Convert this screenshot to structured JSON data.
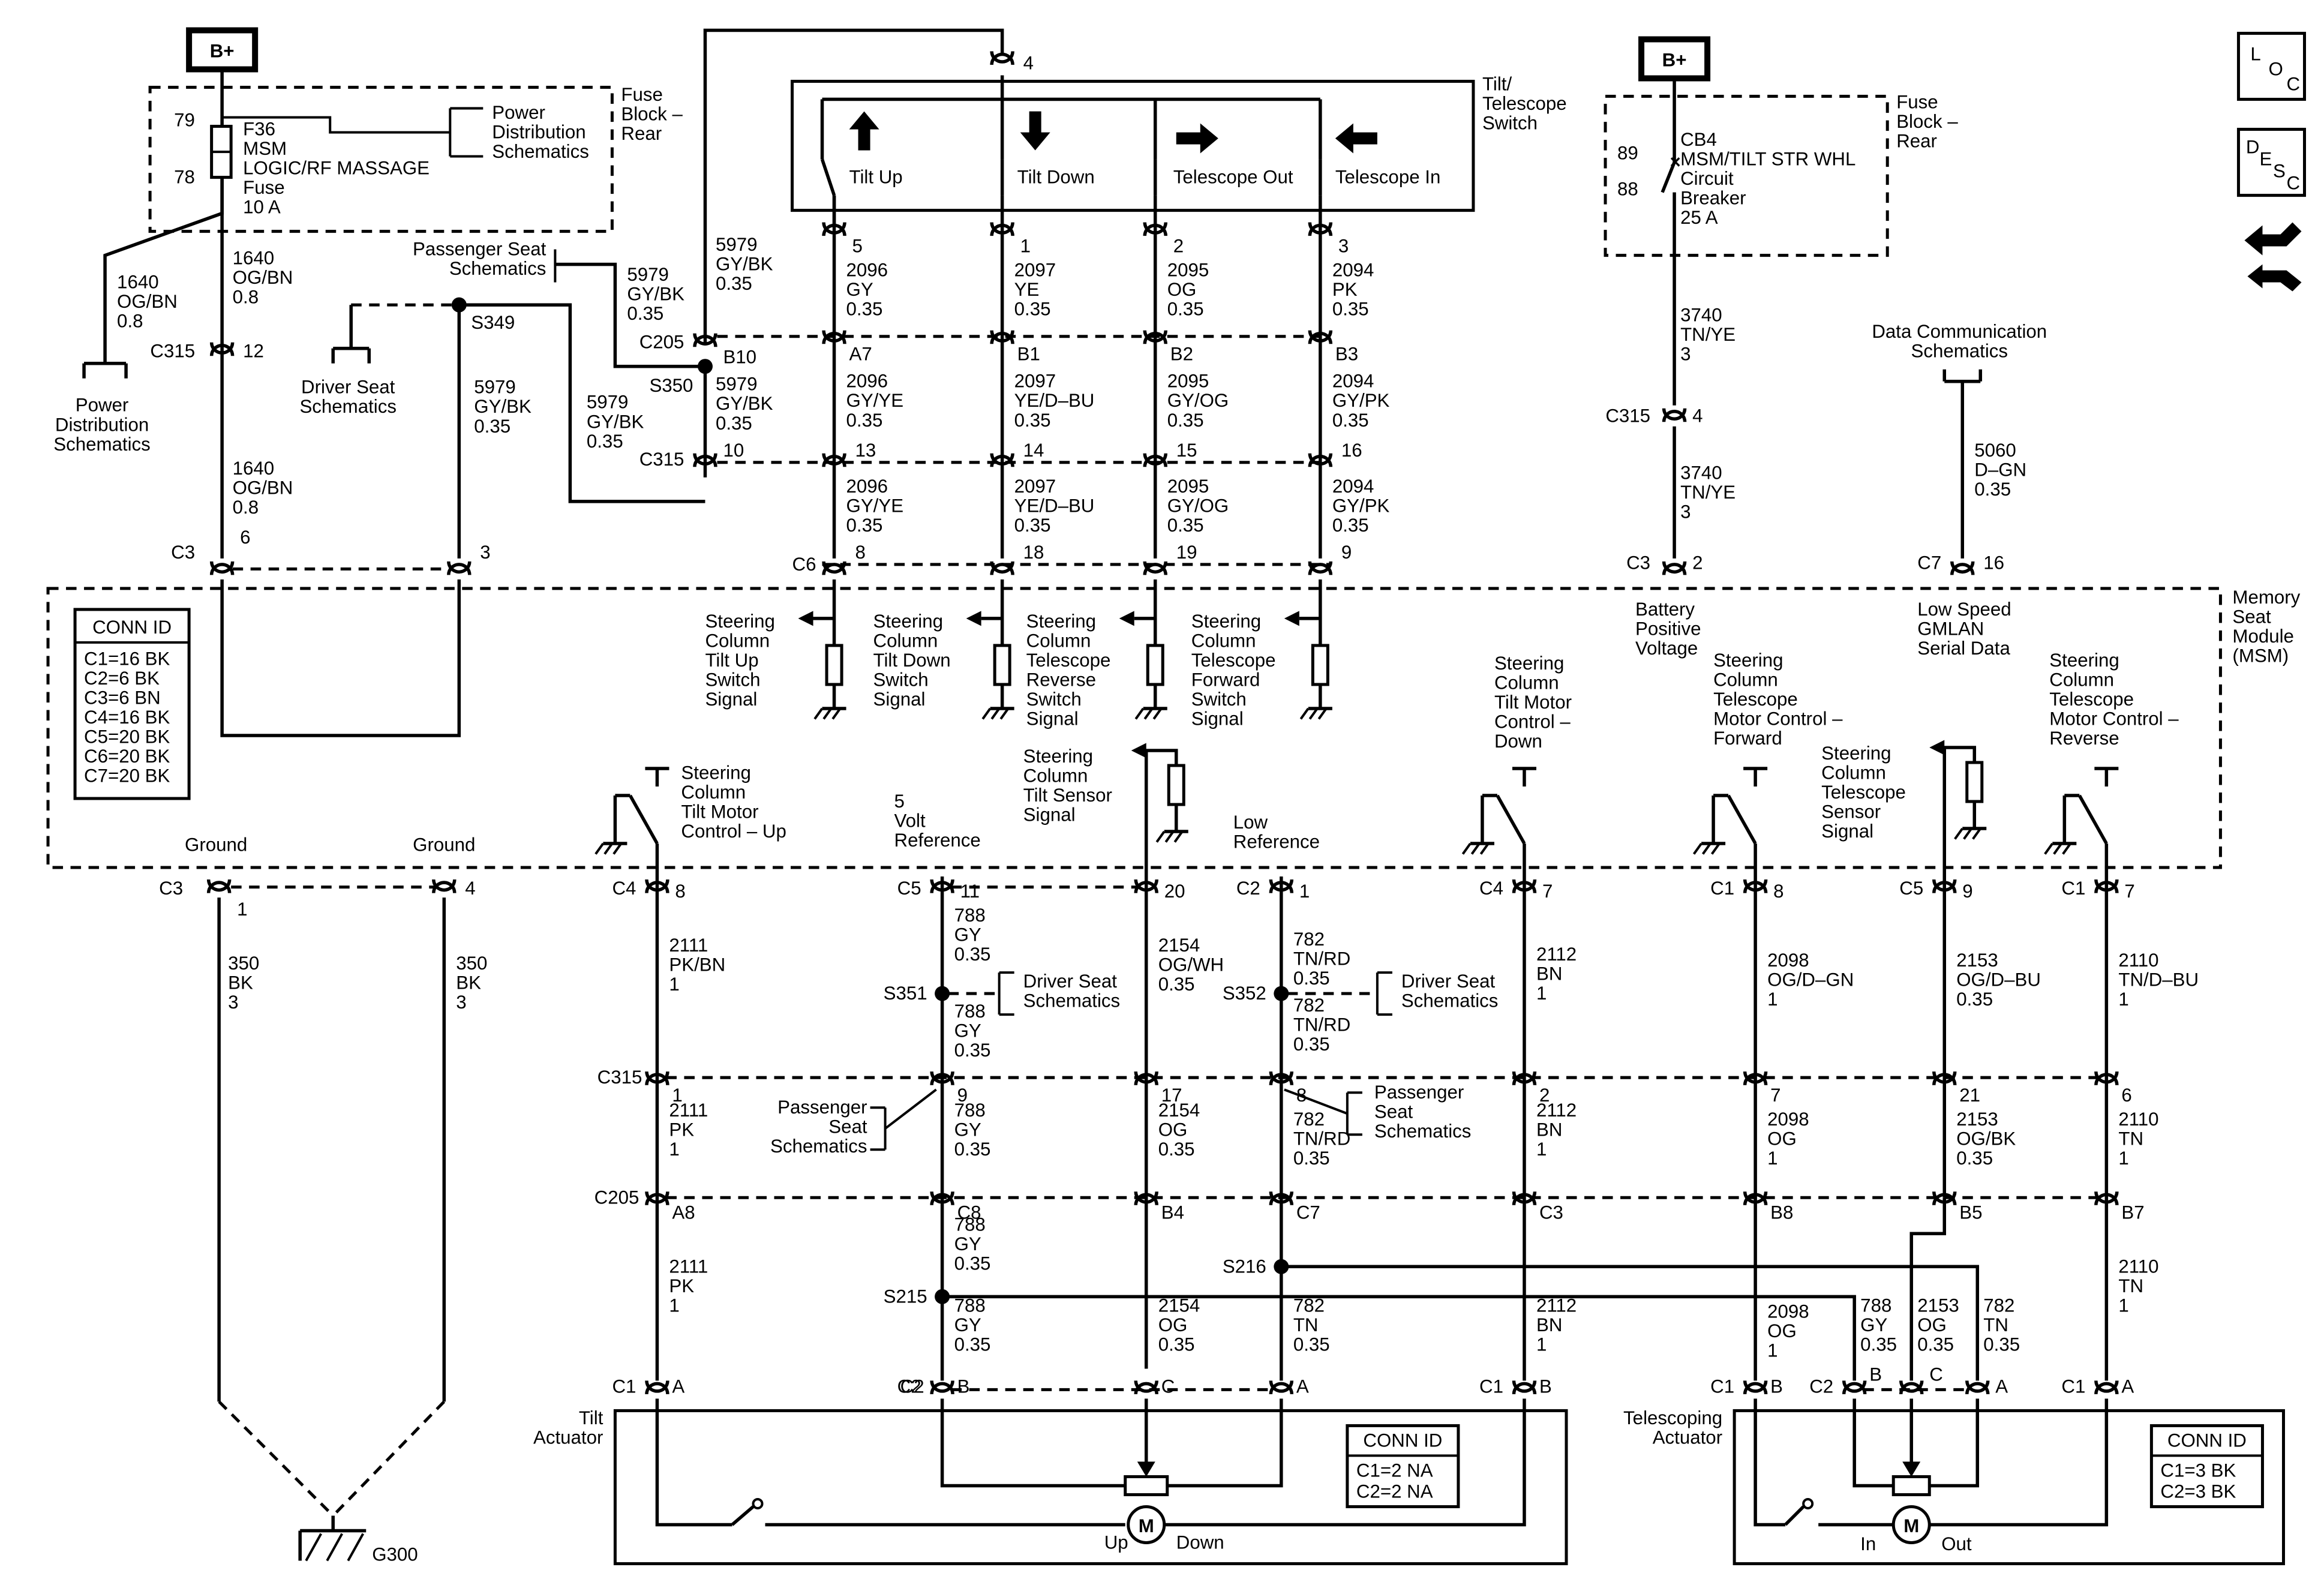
{
  "power": {
    "bplus": "B+"
  },
  "fuse_left": {
    "title": "Fuse Block – Rear",
    "pin_top": "79",
    "pin_bottom": "78",
    "name": "F36",
    "desc1": "MSM",
    "desc2": "LOGIC/RF MASSAGE",
    "desc3": "Fuse",
    "rating": "10 A",
    "ref": "Power Distribution Schematics"
  },
  "fuse_right": {
    "title": "Fuse Block – Rear",
    "pin_top": "89",
    "pin_bottom": "88",
    "name": "CB4",
    "desc1": "MSM/TILT STR WHL",
    "desc2": "Circuit",
    "desc3": "Breaker",
    "rating": "25 A"
  },
  "refs": {
    "power_dist": "Power Distribution Schematics",
    "passenger_seat": "Passenger Seat Schematics",
    "driver_seat": "Driver Seat Schematics",
    "data_comm": "Data Communication Schematics"
  },
  "switch_box": {
    "title": "Tilt/ Telescope Switch",
    "pin_top": "4",
    "switches": [
      {
        "label": "Tilt Up",
        "pin": "5",
        "circuit": "2096",
        "color": "GY",
        "size": "0.35"
      },
      {
        "label": "Tilt Down",
        "pin": "1",
        "circuit": "2097",
        "color": "YE",
        "size": "0.35"
      },
      {
        "label": "Telescope Out",
        "pin": "2",
        "circuit": "2095",
        "color": "OG",
        "size": "0.35"
      },
      {
        "label": "Telescope In",
        "pin": "3",
        "circuit": "2094",
        "color": "PK",
        "size": "0.35"
      }
    ]
  },
  "wires_top": {
    "w1640a": {
      "circuit": "1640",
      "color": "OG/BN",
      "size": "0.8"
    },
    "w1640b": {
      "circuit": "1640",
      "color": "OG/BN",
      "size": "0.8"
    },
    "w1640c": {
      "circuit": "1640",
      "color": "OG/BN",
      "size": "0.8"
    },
    "w5979a": {
      "circuit": "5979",
      "color": "GY/BK",
      "size": "0.35"
    },
    "w5979b": {
      "circuit": "5979",
      "color": "GY/BK",
      "size": "0.35"
    },
    "w5979c": {
      "circuit": "5979",
      "color": "GY/BK",
      "size": "0.35"
    },
    "w5979d": {
      "circuit": "5979",
      "color": "GY/BK",
      "size": "0.35"
    },
    "w5979e": {
      "circuit": "5979",
      "color": "GY/BK",
      "size": "0.35"
    },
    "w3740a": {
      "circuit": "3740",
      "color": "TN/YE",
      "size": "3"
    },
    "w3740b": {
      "circuit": "3740",
      "color": "TN/YE",
      "size": "3"
    },
    "w5060": {
      "circuit": "5060",
      "color": "D–GN",
      "size": "0.35"
    }
  },
  "mid_wires": [
    {
      "c205": "A7",
      "c315": "13",
      "c6": "8",
      "a": {
        "circuit": "2096",
        "color": "GY/YE",
        "size": "0.35"
      },
      "b": {
        "circuit": "2096",
        "color": "GY/YE",
        "size": "0.35"
      }
    },
    {
      "c205": "B1",
      "c315": "14",
      "c6": "18",
      "a": {
        "circuit": "2097",
        "color": "YE/D–BU",
        "size": "0.35"
      },
      "b": {
        "circuit": "2097",
        "color": "YE/D–BU",
        "size": "0.35"
      }
    },
    {
      "c205": "B2",
      "c315": "15",
      "c6": "19",
      "a": {
        "circuit": "2095",
        "color": "GY/OG",
        "size": "0.35"
      },
      "b": {
        "circuit": "2095",
        "color": "GY/OG",
        "size": "0.35"
      }
    },
    {
      "c205": "B3",
      "c315": "16",
      "c6": "9",
      "a": {
        "circuit": "2094",
        "color": "GY/PK",
        "size": "0.35"
      },
      "b": {
        "circuit": "2094",
        "color": "GY/PK",
        "size": "0.35"
      }
    }
  ],
  "connectors": {
    "c205": "C205",
    "c315": "C315",
    "c3": "C3",
    "c6": "C6",
    "c7": "C7",
    "c4": "C4",
    "c5": "C5",
    "c2": "C2",
    "c1": "C1",
    "s349": "S349",
    "s350": "S350",
    "s351": "S351",
    "s352": "S352",
    "s215": "S215",
    "s216": "S216",
    "g300": "G300"
  },
  "pins": {
    "b10": "B10",
    "c315_12": "12",
    "c315_10": "10",
    "c3_6": "6",
    "c3_3": "3",
    "c315_4": "4",
    "c3_2": "2",
    "c7_16": "16",
    "c3_1": "1",
    "c3_4": "4",
    "c4_8": "8",
    "c5_11": "11",
    "c5_20": "20",
    "c2_1": "1",
    "c4_7": "7",
    "c1_8": "8",
    "c5_9": "9",
    "c1_7": "7",
    "c315_1": "1",
    "c315_9": "9",
    "c315_17": "17",
    "c315_8": "8",
    "c315_2": "2",
    "c315_7": "7",
    "c315_21": "21",
    "c315_6": "6",
    "c205_a8": "A8",
    "c205_c8": "C8",
    "c205_b4": "B4",
    "c205_c7": "C7",
    "c205_c3": "C3",
    "c205_b8": "B8",
    "c205_b5": "B5",
    "c205_b7": "B7",
    "a": "A",
    "b": "B",
    "c": "C"
  },
  "module": {
    "title": "Memory Seat Module (MSM)",
    "conn_id_title": "CONN ID",
    "conn_ids": [
      "C1=16 BK",
      "C2=6 BK",
      "C3=6 BN",
      "C4=16 BK",
      "C5=20 BK",
      "C6=20 BK",
      "C7=20 BK"
    ],
    "signals": {
      "tilt_up": "Steering Column Tilt Up Switch Signal",
      "tilt_down": "Steering Column Tilt Down Switch Signal",
      "tele_rev": "Steering Column Telescope Reverse Switch Signal",
      "tele_fwd": "Steering Column Telescope Forward Switch Signal",
      "batt": "Battery Positive Voltage",
      "gmlan": "Low Speed GMLAN Serial Data",
      "motor_up": "Steering Column Tilt Motor Control – Up",
      "tilt_sensor": "Steering Column Tilt Sensor Signal",
      "five_volt": "5 Volt Reference",
      "low_ref": "Low Reference",
      "motor_down": "Steering Column Tilt Motor Control – Down",
      "tele_motor_fwd": "Steering Column Telescope Motor Control – Forward",
      "tele_sensor": "Steering Column Telescope Sensor Signal",
      "tele_motor_rev": "Steering Column Telescope Motor Control – Reverse",
      "ground": "Ground"
    }
  },
  "low_wires": {
    "g350a": {
      "circuit": "350",
      "color": "BK",
      "size": "3"
    },
    "g350b": {
      "circuit": "350",
      "color": "BK",
      "size": "3"
    },
    "w2111a": {
      "circuit": "2111",
      "color": "PK/BN",
      "size": "1"
    },
    "w2111b": {
      "circuit": "2111",
      "color": "PK",
      "size": "1"
    },
    "w2111c": {
      "circuit": "2111",
      "color": "PK",
      "size": "1"
    },
    "w788a": {
      "circuit": "788",
      "color": "GY",
      "size": "0.35"
    },
    "w788b": {
      "circuit": "788",
      "color": "GY",
      "size": "0.35"
    },
    "w788c": {
      "circuit": "788",
      "color": "GY",
      "size": "0.35"
    },
    "w788d": {
      "circuit": "788",
      "color": "GY",
      "size": "0.35"
    },
    "w788e": {
      "circuit": "788",
      "color": "GY",
      "size": "0.35"
    },
    "w788f": {
      "circuit": "788",
      "color": "GY",
      "size": "0.35"
    },
    "w2154a": {
      "circuit": "2154",
      "color": "OG/WH",
      "size": "0.35"
    },
    "w2154b": {
      "circuit": "2154",
      "color": "OG",
      "size": "0.35"
    },
    "w2154c": {
      "circuit": "2154",
      "color": "OG",
      "size": "0.35"
    },
    "w782a": {
      "circuit": "782",
      "color": "TN/RD",
      "size": "0.35"
    },
    "w782b": {
      "circuit": "782",
      "color": "TN/RD",
      "size": "0.35"
    },
    "w782c": {
      "circuit": "782",
      "color": "TN/RD",
      "size": "0.35"
    },
    "w782d": {
      "circuit": "782",
      "color": "TN",
      "size": "0.35"
    },
    "w782e": {
      "circuit": "782",
      "color": "TN",
      "size": "0.35"
    },
    "w2112a": {
      "circuit": "2112",
      "color": "BN",
      "size": "1"
    },
    "w2112b": {
      "circuit": "2112",
      "color": "BN",
      "size": "1"
    },
    "w2112c": {
      "circuit": "2112",
      "color": "BN",
      "size": "1"
    },
    "w2098a": {
      "circuit": "2098",
      "color": "OG/D–GN",
      "size": "1"
    },
    "w2098b": {
      "circuit": "2098",
      "color": "OG",
      "size": "1"
    },
    "w2098c": {
      "circuit": "2098",
      "color": "OG",
      "size": "1"
    },
    "w2153a": {
      "circuit": "2153",
      "color": "OG/D–BU",
      "size": "0.35"
    },
    "w2153b": {
      "circuit": "2153",
      "color": "OG/BK",
      "size": "0.35"
    },
    "w2153c": {
      "circuit": "2153",
      "color": "OG",
      "size": "0.35"
    },
    "w2110a": {
      "circuit": "2110",
      "color": "TN/D–BU",
      "size": "1"
    },
    "w2110b": {
      "circuit": "2110",
      "color": "TN",
      "size": "1"
    },
    "w2110c": {
      "circuit": "2110",
      "color": "TN",
      "size": "1"
    }
  },
  "tilt_actuator": {
    "title": "Tilt Actuator",
    "up": "Up",
    "down": "Down",
    "motor": "M",
    "conn_id_title": "CONN ID",
    "conn_ids": [
      "C1=2 NA",
      "C2=2 NA"
    ]
  },
  "tele_actuator": {
    "title": "Telescoping Actuator",
    "in": "In",
    "out": "Out",
    "motor": "M",
    "conn_id_title": "CONN ID",
    "conn_ids": [
      "C1=3 BK",
      "C2=3 BK"
    ]
  },
  "icons": {
    "loc": [
      "L",
      "O",
      "C"
    ],
    "desc": [
      "D",
      "E",
      "S",
      "C"
    ],
    "nav": "navigation-icon"
  }
}
